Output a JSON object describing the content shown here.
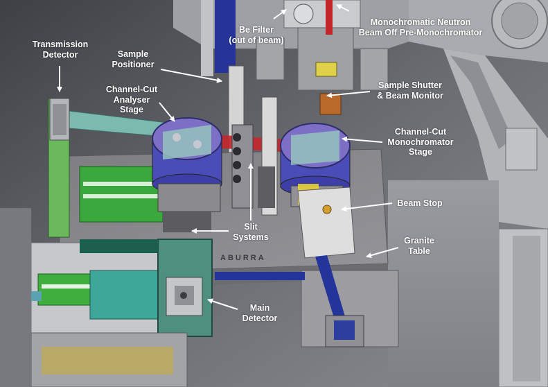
{
  "figure": {
    "engraving": "ABURRA",
    "colors": {
      "background_dark": "#4a4c52",
      "floor": "#8f9196",
      "granite": "#8a8a8e",
      "beam_red": "#c0262a",
      "beam_blue": "#22339a",
      "stage_green": "#3aa83c",
      "stage_purple": "#7a6bc4",
      "monochromator_teal": "#7cb8b0",
      "detector_teal": "#4f8f80",
      "label_text": "#ffffff"
    }
  },
  "labels": {
    "transmission_detector": [
      "Transmission",
      "Detector"
    ],
    "sample_positioner": [
      "Sample",
      "Positioner"
    ],
    "channel_cut_analyser": [
      "Channel-Cut",
      "Analyser",
      "Stage"
    ],
    "be_filter": [
      "Be Filter",
      "(out of beam)"
    ],
    "monochromatic_neutron": [
      "Monochromatic Neutron",
      "Beam Off Pre-Monochromator"
    ],
    "sample_shutter": [
      "Sample Shutter",
      "& Beam Monitor"
    ],
    "channel_cut_monochromator": [
      "Channel-Cut",
      "Monochromator",
      "Stage"
    ],
    "beam_stop": [
      "Beam Stop"
    ],
    "slit_systems": [
      "Slit",
      "Systems"
    ],
    "granite_table": [
      "Granite",
      "Table"
    ],
    "main_detector": [
      "Main",
      "Detector"
    ]
  }
}
